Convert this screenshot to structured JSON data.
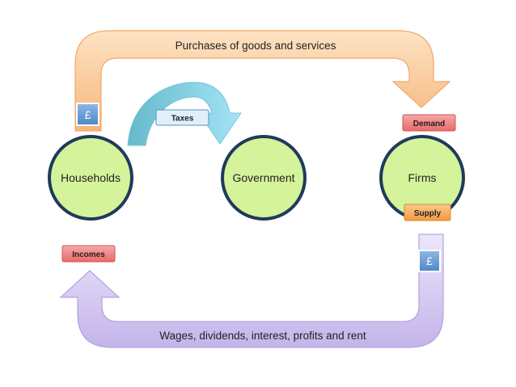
{
  "flows": {
    "top": "Purchases of goods and services",
    "bottom": "Wages, dividends, interest, profits and rent"
  },
  "nodes": {
    "households": "Households",
    "government": "Government",
    "firms": "Firms"
  },
  "tags": {
    "taxes": "Taxes",
    "demand": "Demand",
    "supply": "Supply",
    "incomes": "Incomes",
    "money_top": "£",
    "money_bottom": "£"
  },
  "colors": {
    "circle_fill": "#d4f39a",
    "circle_stroke": "#1f3a5c",
    "top_arrow": "#f9c896",
    "bottom_arrow": "#d2c6ee",
    "tax_arrow": "#8fd7f0",
    "tag_red": "#ee7b7b",
    "tag_orange": "#f6ad62",
    "money_tile": "#6fa0d8"
  }
}
